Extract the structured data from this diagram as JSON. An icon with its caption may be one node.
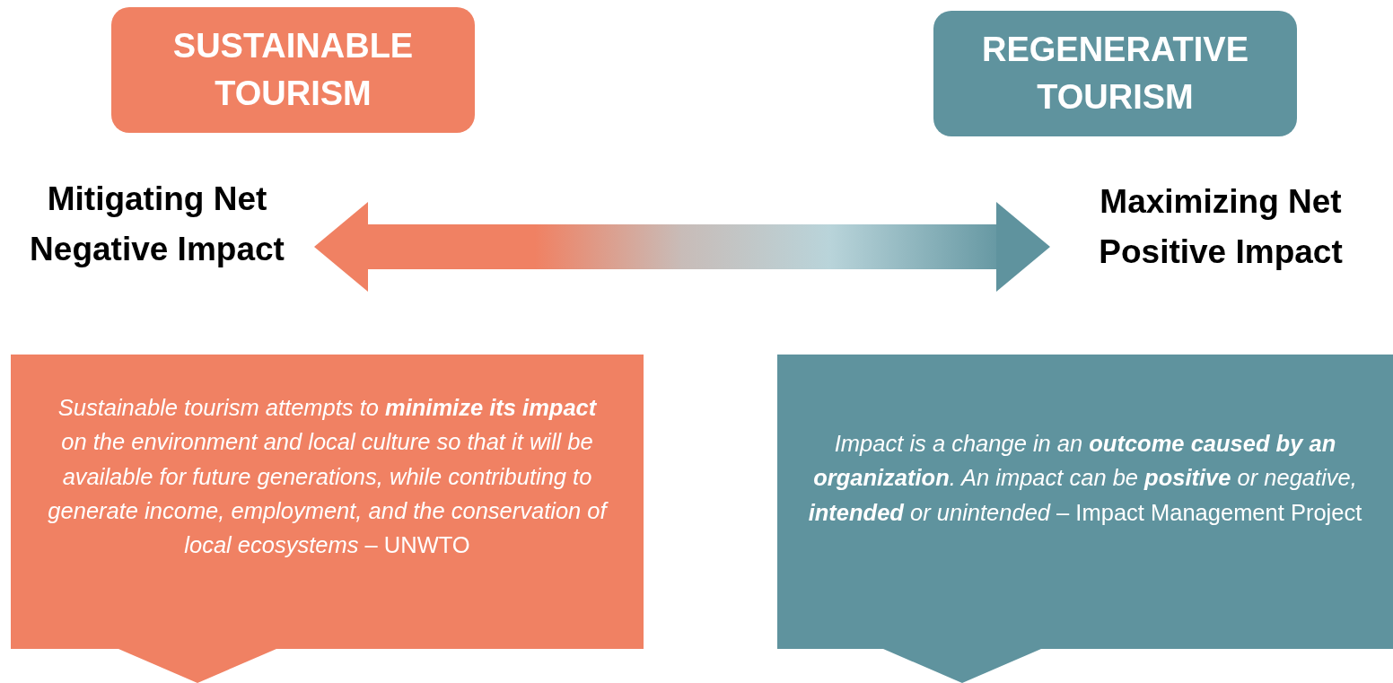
{
  "diagram": {
    "nodes": [
      {
        "text": [
          "SUSTAINABLE TOURISM"
        ]
      },
      {
        "text": [
          "REGENERATIVE TOURISM"
        ]
      },
      {
        "text": [
          "Mitigating Net Negative Impact"
        ]
      },
      {
        "text": [
          "Maximizing Net Positive Impact"
        ]
      },
      {
        "text": [
          "Sustainable tourism attempts to **minimize its impact** on the environment and local culture so that it will be available for future generations, while contributing to generate income, employment, and the conservation of local ecosystems",
          "– UNWTO"
        ]
      },
      {
        "text": [
          "Impact is a change in an **outcome caused by an organization**. An impact can be **positive** or negative, **intended** or unintended",
          "– Impact Management Project"
        ]
      }
    ],
    "edges": [
      {
        "from": 2,
        "to": 3,
        "arrow": "both"
      }
    ]
  }
}
